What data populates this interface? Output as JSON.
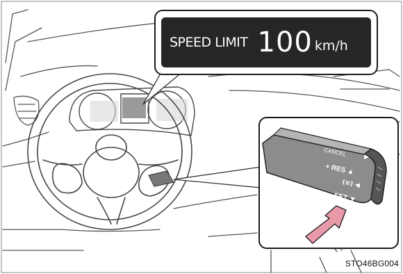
{
  "display": {
    "label": "SPEED LIMIT",
    "value": "100",
    "unit": "km/h"
  },
  "lever": {
    "cancel_label": "CANCEL",
    "res_label": "+ RES ▲",
    "distance_label": "(≡) ◀",
    "set_label": "– SET ▼"
  },
  "caption": "STO46BG004",
  "colors": {
    "display_bg": "#262626",
    "line": "#444444",
    "arrow": "#e89aa8"
  }
}
